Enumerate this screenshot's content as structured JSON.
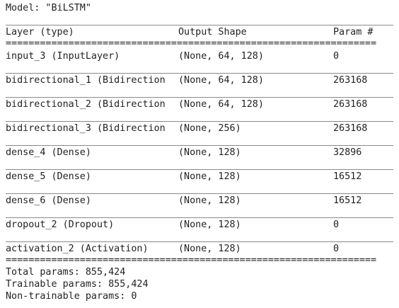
{
  "model_title": "Model: \"BiLSTM\"",
  "headers": {
    "layer": "Layer (type)",
    "output_shape": "Output Shape",
    "param": "Param #"
  },
  "separator_double": "=================================================================",
  "rows": [
    {
      "layer": "input_3 (InputLayer)",
      "output_shape": "(None, 64, 128)",
      "param": "0"
    },
    {
      "layer": "bidirectional_1 (Bidirection",
      "output_shape": "(None, 64, 128)",
      "param": "263168"
    },
    {
      "layer": "bidirectional_2 (Bidirection",
      "output_shape": "(None, 64, 128)",
      "param": "263168"
    },
    {
      "layer": "bidirectional_3 (Bidirection",
      "output_shape": "(None, 256)",
      "param": "263168"
    },
    {
      "layer": "dense_4 (Dense)",
      "output_shape": "(None, 128)",
      "param": "32896"
    },
    {
      "layer": "dense_5 (Dense)",
      "output_shape": "(None, 128)",
      "param": "16512"
    },
    {
      "layer": "dense_6 (Dense)",
      "output_shape": "(None, 128)",
      "param": "16512"
    },
    {
      "layer": "dropout_2 (Dropout)",
      "output_shape": "(None, 128)",
      "param": "0"
    },
    {
      "layer": "activation_2 (Activation)",
      "output_shape": "(None, 128)",
      "param": "0"
    }
  ],
  "totals": {
    "total": "Total params: 855,424",
    "trainable": "Trainable params: 855,424",
    "non_trainable": "Non-trainable params: 0"
  }
}
